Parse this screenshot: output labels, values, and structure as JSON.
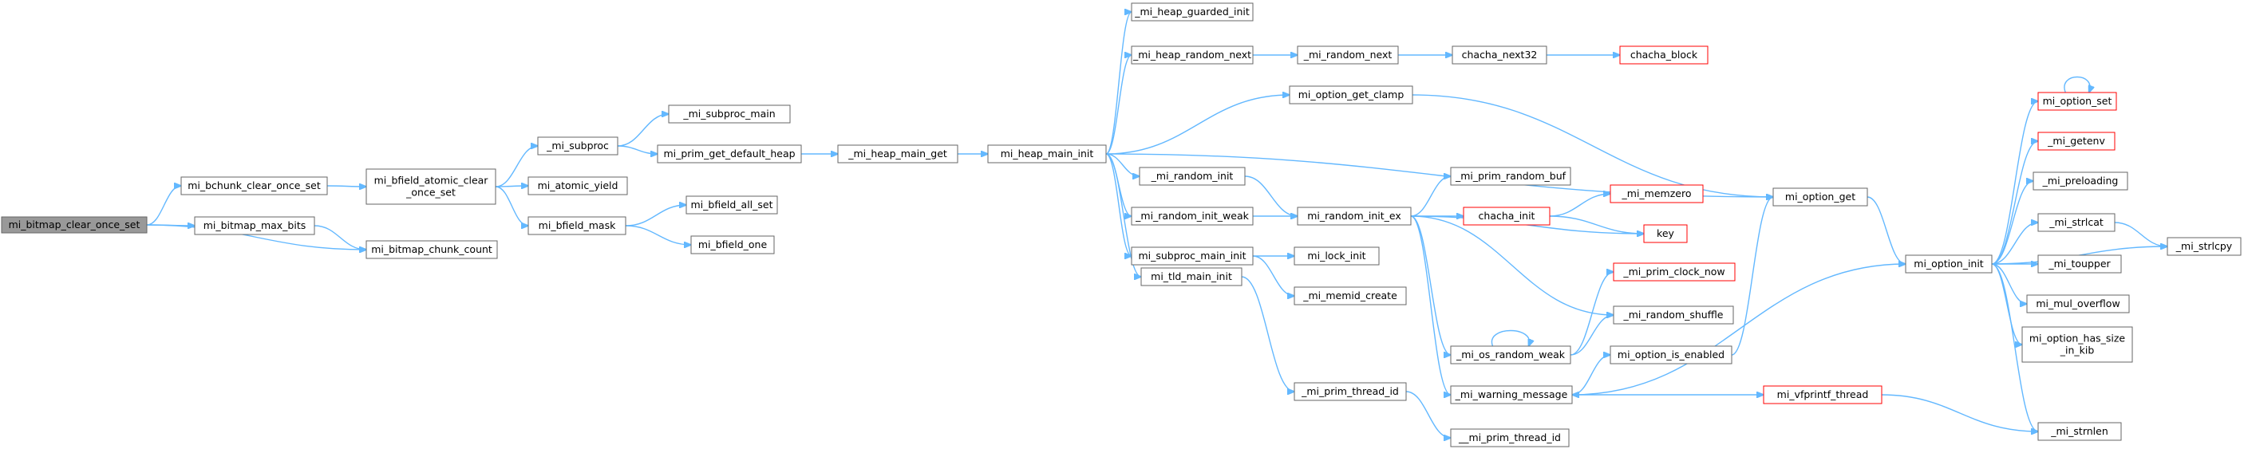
{
  "nodes": [
    {
      "id": "root",
      "lines": [
        "mi_bitmap_clear_once_set"
      ],
      "style": "root"
    },
    {
      "id": "bchunk",
      "lines": [
        "mi_bchunk_clear_once_set"
      ]
    },
    {
      "id": "maxbits",
      "lines": [
        "mi_bitmap_max_bits"
      ]
    },
    {
      "id": "chunkcount",
      "lines": [
        "mi_bitmap_chunk_count"
      ]
    },
    {
      "id": "bfatomic",
      "lines": [
        "mi_bfield_atomic_clear",
        "_once_set"
      ]
    },
    {
      "id": "subproc",
      "lines": [
        "_mi_subproc"
      ]
    },
    {
      "id": "atomicyield",
      "lines": [
        "mi_atomic_yield"
      ]
    },
    {
      "id": "bfmask",
      "lines": [
        "mi_bfield_mask"
      ]
    },
    {
      "id": "subprocmain",
      "lines": [
        "_mi_subproc_main"
      ]
    },
    {
      "id": "pnmheap",
      "lines": [
        "mi_prim_get_default_heap"
      ]
    },
    {
      "id": "bfallset",
      "lines": [
        "mi_bfield_all_set"
      ]
    },
    {
      "id": "bfone",
      "lines": [
        "mi_bfield_one"
      ]
    },
    {
      "id": "heapmainget",
      "lines": [
        "_mi_heap_main_get"
      ]
    },
    {
      "id": "heapmaininit",
      "lines": [
        "mi_heap_main_init"
      ]
    },
    {
      "id": "guarded",
      "lines": [
        "_mi_heap_guarded_init"
      ]
    },
    {
      "id": "heaprandnext",
      "lines": [
        "_mi_heap_random_next"
      ]
    },
    {
      "id": "randinit",
      "lines": [
        "_mi_random_init"
      ]
    },
    {
      "id": "randinitweak",
      "lines": [
        "_mi_random_init_weak"
      ]
    },
    {
      "id": "subprocmaininit",
      "lines": [
        "mi_subproc_main_init"
      ]
    },
    {
      "id": "tldmaininit",
      "lines": [
        "mi_tld_main_init"
      ]
    },
    {
      "id": "randnext",
      "lines": [
        "_mi_random_next"
      ]
    },
    {
      "id": "chachanext32",
      "lines": [
        "chacha_next32"
      ]
    },
    {
      "id": "chachablock",
      "lines": [
        "chacha_block"
      ],
      "style": "red"
    },
    {
      "id": "optclamp",
      "lines": [
        "mi_option_get_clamp"
      ]
    },
    {
      "id": "randinitex",
      "lines": [
        "mi_random_init_ex"
      ]
    },
    {
      "id": "primrandbuf",
      "lines": [
        "_mi_prim_random_buf"
      ]
    },
    {
      "id": "chachainit",
      "lines": [
        "chacha_init"
      ],
      "style": "red"
    },
    {
      "id": "memzero",
      "lines": [
        "_mi_memzero"
      ],
      "style": "red"
    },
    {
      "id": "key",
      "lines": [
        "key"
      ],
      "style": "red"
    },
    {
      "id": "lockinit",
      "lines": [
        "mi_lock_init"
      ]
    },
    {
      "id": "memidcreate",
      "lines": [
        "_mi_memid_create"
      ]
    },
    {
      "id": "osrandweak",
      "lines": [
        "_mi_os_random_weak"
      ]
    },
    {
      "id": "clocknow",
      "lines": [
        "_mi_prim_clock_now"
      ],
      "style": "red"
    },
    {
      "id": "randshuffle",
      "lines": [
        "_mi_random_shuffle"
      ]
    },
    {
      "id": "primthreadid1",
      "lines": [
        "_mi_prim_thread_id"
      ]
    },
    {
      "id": "primthreadid2",
      "lines": [
        "__mi_prim_thread_id"
      ]
    },
    {
      "id": "optenabled",
      "lines": [
        "mi_option_is_enabled"
      ]
    },
    {
      "id": "warnmsg",
      "lines": [
        "_mi_warning_message"
      ]
    },
    {
      "id": "optget",
      "lines": [
        "mi_option_get"
      ]
    },
    {
      "id": "vfprintf",
      "lines": [
        "mi_vfprintf_thread"
      ],
      "style": "red"
    },
    {
      "id": "optinit",
      "lines": [
        "mi_option_init"
      ]
    },
    {
      "id": "optset",
      "lines": [
        "mi_option_set"
      ],
      "style": "red"
    },
    {
      "id": "getenv",
      "lines": [
        "_mi_getenv"
      ],
      "style": "red"
    },
    {
      "id": "preloading",
      "lines": [
        "_mi_preloading"
      ]
    },
    {
      "id": "strlcat",
      "lines": [
        "_mi_strlcat"
      ]
    },
    {
      "id": "strlcpy",
      "lines": [
        "_mi_strlcpy"
      ]
    },
    {
      "id": "toupper",
      "lines": [
        "_mi_toupper"
      ]
    },
    {
      "id": "muloverflow",
      "lines": [
        "mi_mul_overflow"
      ]
    },
    {
      "id": "hassize",
      "lines": [
        "mi_option_has_size",
        "_in_kib"
      ]
    },
    {
      "id": "strnlen",
      "lines": [
        "_mi_strnlen"
      ]
    }
  ]
}
